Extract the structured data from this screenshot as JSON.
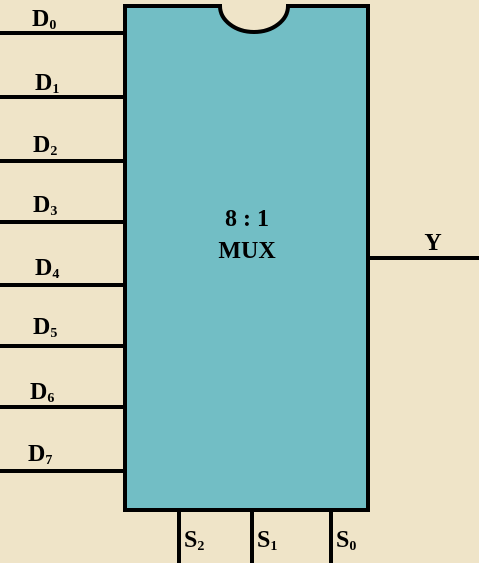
{
  "colors": {
    "background": "#EFE4C8",
    "chip_fill": "#72BEC5",
    "stroke": "#000000"
  },
  "chip": {
    "title_line1": "8 : 1",
    "title_line2": "MUX"
  },
  "inputs": [
    {
      "main": "D",
      "sub": "0"
    },
    {
      "main": "D",
      "sub": "1"
    },
    {
      "main": "D",
      "sub": "2"
    },
    {
      "main": "D",
      "sub": "3"
    },
    {
      "main": "D",
      "sub": "4"
    },
    {
      "main": "D",
      "sub": "5"
    },
    {
      "main": "D",
      "sub": "6"
    },
    {
      "main": "D",
      "sub": "7"
    }
  ],
  "selects": [
    {
      "main": "S",
      "sub": "2"
    },
    {
      "main": "S",
      "sub": "1"
    },
    {
      "main": "S",
      "sub": "0"
    }
  ],
  "output": {
    "label": "Y"
  }
}
